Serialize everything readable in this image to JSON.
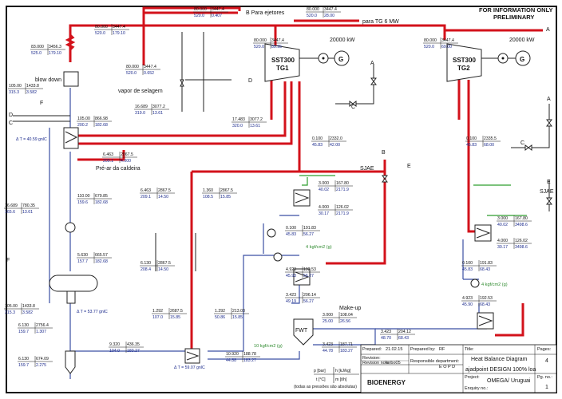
{
  "header": {
    "notice_line1": "FOR INFORMATION ONLY",
    "notice_line2": "PRELIMINARY"
  },
  "turbines": [
    {
      "name": "SST300",
      "tag": "TG1",
      "power": "20000 kW",
      "inlet": [
        "80.000",
        "3447.4",
        "520.0",
        "89.95"
      ]
    },
    {
      "name": "SST300",
      "tag": "TG2",
      "power": "20000 kW",
      "inlet": [
        "80.000",
        "3447.4",
        "520.0",
        "69.00"
      ]
    }
  ],
  "labels": {
    "to_ejectors": "B Para ejetores",
    "to_tg6": "para TG 6 MW",
    "seal_steam": "vapor de selagem",
    "blow_down": "blow down",
    "air_preheater": "Pré-ar da caldeira",
    "makeup": "Make-up",
    "fwt": "FWT",
    "sjae": "SJAE",
    "generator": "G",
    "p_unit": "p [bar]",
    "h_unit": "h [kJ/kg]",
    "t_unit": "t [°C]",
    "m_unit": "m [t/h]",
    "pressure_note": "(todas as pressões são absolutas)",
    "dt_eco": "Δ T = 40.59 gnlC",
    "dt_drum": "Δ T = 53.77 gnlC",
    "dt_bottom": "Δ T = 59.07 gnlC",
    "cond_pressure_1": "4 kgf/cm2 (g)",
    "cond_pressure_2": "4 kgf/cm2 (g)",
    "deaerator_pressure": "10 kgf/cm2 (g)"
  },
  "ports": {
    "A": "A",
    "B": "B",
    "C": "C",
    "D": "D",
    "E": "E",
    "F": "F"
  },
  "streams": [
    {
      "id": "s_top_ejetores",
      "p": "80.000",
      "h": "3447.4",
      "t": "520.0",
      "m": "0.407"
    },
    {
      "id": "s_top_tg6",
      "p": "80.000",
      "h": "3447.4",
      "t": "520.0",
      "m": "28.00"
    },
    {
      "id": "s_header",
      "p": "80.000",
      "h": "3447.4",
      "t": "520.0",
      "m": "179.10"
    },
    {
      "id": "s_superheat",
      "p": "83.000",
      "h": "3456.3",
      "t": "525.0",
      "m": "179.10"
    },
    {
      "id": "s_vapor_selagem",
      "p": "80.000",
      "h": "3447.4",
      "t": "520.0",
      "m": "0.652"
    },
    {
      "id": "s_blowdown",
      "p": "105.00",
      "h": "1433.8",
      "t": "315.3",
      "m": "3.582"
    },
    {
      "id": "s_eco_out",
      "p": "105.00",
      "h": "866.98",
      "t": "200.2",
      "m": "182.68"
    },
    {
      "id": "s_ex1",
      "p": "16.689",
      "h": "3077.2",
      "t": "319.0",
      "m": "13.61"
    },
    {
      "id": "s_ex2",
      "p": "17.483",
      "h": "3077.2",
      "t": "320.0",
      "m": "13.61"
    },
    {
      "id": "s_prear",
      "p": "6.463",
      "h": "2867.5",
      "t": "209.1",
      "m": "4.000"
    },
    {
      "id": "s_tg1_exh",
      "p": "0.100",
      "h": "2332.0",
      "t": "45.83",
      "m": "42.00"
    },
    {
      "id": "s_tg2_exh",
      "p": "0.100",
      "h": "2335.5",
      "t": "45.83",
      "m": "68.00"
    },
    {
      "id": "s_fw1",
      "p": "110.00",
      "h": "679.85",
      "t": "159.6",
      "m": "182.68"
    },
    {
      "id": "s_fw2",
      "p": "16.689",
      "h": "780.35",
      "t": "165.6",
      "m": "13.61"
    },
    {
      "id": "s_mid1",
      "p": "6.463",
      "h": "2867.5",
      "t": "209.1",
      "m": "14.50"
    },
    {
      "id": "s_mid2",
      "p": "1.360",
      "h": "2867.5",
      "t": "108.5",
      "m": "15.85"
    },
    {
      "id": "s_sjae1_a",
      "p": "3.000",
      "h": "167.80",
      "t": "40.02",
      "m": "2171.9"
    },
    {
      "id": "s_sjae1_b",
      "p": "4.000",
      "h": "126.02",
      "t": "30.17",
      "m": "2171.9"
    },
    {
      "id": "s_sjae2_a",
      "p": "3.000",
      "h": "167.80",
      "t": "40.02",
      "m": "3498.6"
    },
    {
      "id": "s_sjae2_b",
      "p": "4.000",
      "h": "126.02",
      "t": "30.17",
      "m": "3498.6"
    },
    {
      "id": "s_cond1",
      "p": "0.100",
      "h": "191.83",
      "t": "45.83",
      "m": "56.27"
    },
    {
      "id": "s_cond2",
      "p": "0.100",
      "h": "191.83",
      "t": "45.83",
      "m": "68.43"
    },
    {
      "id": "s_pump1",
      "p": "5.630",
      "h": "665.57",
      "t": "157.7",
      "m": "182.68"
    },
    {
      "id": "s_drum",
      "p": "6.130",
      "h": "2867.5",
      "t": "208.4",
      "m": "14.50"
    },
    {
      "id": "s_c1a",
      "p": "4.923",
      "h": "192.53",
      "t": "45.93",
      "m": "56.27"
    },
    {
      "id": "s_c1b",
      "p": "3.423",
      "h": "206.14",
      "t": "49.19",
      "m": "56.27"
    },
    {
      "id": "s_c2a",
      "p": "4.923",
      "h": "192.53",
      "t": "45.90",
      "m": "68.43"
    },
    {
      "id": "s_c2b",
      "p": "3.423",
      "h": "204.12",
      "t": "48.70",
      "m": "68.43"
    },
    {
      "id": "s_hp1",
      "p": "1.292",
      "h": "2687.5",
      "t": "107.0",
      "m": "15.85"
    },
    {
      "id": "s_hp2",
      "p": "1.292",
      "h": "213.03",
      "t": "50.86",
      "m": "15.85"
    },
    {
      "id": "s_blowdown2",
      "p": "105.00",
      "h": "1433.8",
      "t": "315.3",
      "m": "3.582"
    },
    {
      "id": "s_bd3",
      "p": "6.130",
      "h": "2756.4",
      "t": "159.7",
      "m": "1.307"
    },
    {
      "id": "s_bd4",
      "p": "6.130",
      "h": "674.09",
      "t": "159.7",
      "m": "2.275"
    },
    {
      "id": "s_lp",
      "p": "9.320",
      "h": "436.35",
      "t": "104.0",
      "m": "183.27"
    },
    {
      "id": "s_makeup",
      "p": "3.000",
      "h": "108.04",
      "t": "25.00",
      "m": "26.56"
    },
    {
      "id": "s_fwt_in",
      "p": "10.920",
      "h": "188.78",
      "t": "44.88",
      "m": "183.27"
    },
    {
      "id": "s_fwt_out",
      "p": "3.423",
      "h": "187.71",
      "t": "44.78",
      "m": "183.27"
    }
  ],
  "title_block": {
    "prepared_lbl": "Prepared:",
    "prepared": "21.02.15",
    "prepared_by_lbl": "Prepared by:",
    "prepared_by": "RF",
    "revision_lbl": "Revision:",
    "revision_note_lbl": "Revision note:",
    "revision_note": "turbo05",
    "resp_lbl": "Responsible department:",
    "resp": "E O P D",
    "title_lbl": "Title:",
    "title1": "Heat Balance Diagram",
    "title2": "ajadpoint DESIGN 100% loa",
    "pages_lbl": "Pages:",
    "pages": "4",
    "project_lbl": "Project:",
    "project": "OMEGA/ Uruguai",
    "enquiry_lbl": "Enquiry no.:",
    "pgno_lbl": "Pg. no.:",
    "pgno": "1",
    "company": "BIOENERGY"
  }
}
